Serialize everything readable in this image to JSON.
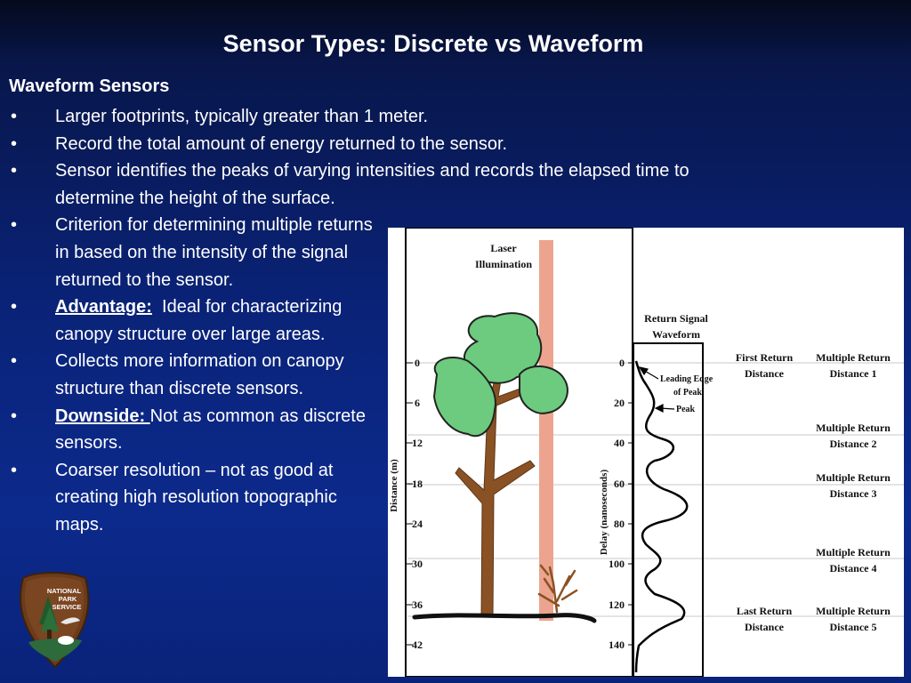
{
  "title": "Sensor Types: Discrete vs Waveform",
  "subhead": "Waveform Sensors",
  "bullet_symbol": "•",
  "bullets": [
    {
      "text": "Larger footprints, typically greater than 1 meter."
    },
    {
      "text": "Record the total amount of energy returned to the sensor."
    },
    {
      "text": "Sensor identifies the peaks of varying intensities and records the elapsed time to determine the height of the surface."
    },
    {
      "text": "Criterion for determining multiple returns in based on the intensity of the signal returned to the sensor."
    },
    {
      "label": "Advantage:",
      "text": "  Ideal for characterizing canopy structure over large areas."
    },
    {
      "text": "Collects more information on canopy structure than discrete sensors."
    },
    {
      "label": "Downside: ",
      "text": "Not as common as discrete sensors."
    },
    {
      "text": "Coarser resolution – not as good at creating high resolution topographic maps."
    }
  ],
  "figure": {
    "laser_label_1": "Laser",
    "laser_label_2": "Illumination",
    "waveform_label_1": "Return Signal",
    "waveform_label_2": "Waveform",
    "distance_axis_label": "Distance (m)",
    "delay_axis_label": "Delay (nanoseconds)",
    "distance_ticks": [
      "0",
      "6",
      "12",
      "18",
      "24",
      "30",
      "36",
      "42"
    ],
    "delay_ticks": [
      "0",
      "20",
      "40",
      "60",
      "80",
      "100",
      "120",
      "140"
    ],
    "leading_edge_1": "Leading Edge",
    "leading_edge_2": "of Peak",
    "peak_label": "Peak",
    "first_return_1": "First Return",
    "first_return_2": "Distance",
    "last_return_1": "Last Return",
    "last_return_2": "Distance",
    "multiple_returns": [
      {
        "line1": "Multiple Return",
        "line2": "Distance 1"
      },
      {
        "line1": "Multiple Return",
        "line2": "Distance 2"
      },
      {
        "line1": "Multiple Return",
        "line2": "Distance 3"
      },
      {
        "line1": "Multiple Return",
        "line2": "Distance 4"
      },
      {
        "line1": "Multiple Return",
        "line2": "Distance 5"
      }
    ]
  },
  "logo": {
    "line1": "NATIONAL",
    "line2": "PARK",
    "line3": "SERVICE"
  }
}
